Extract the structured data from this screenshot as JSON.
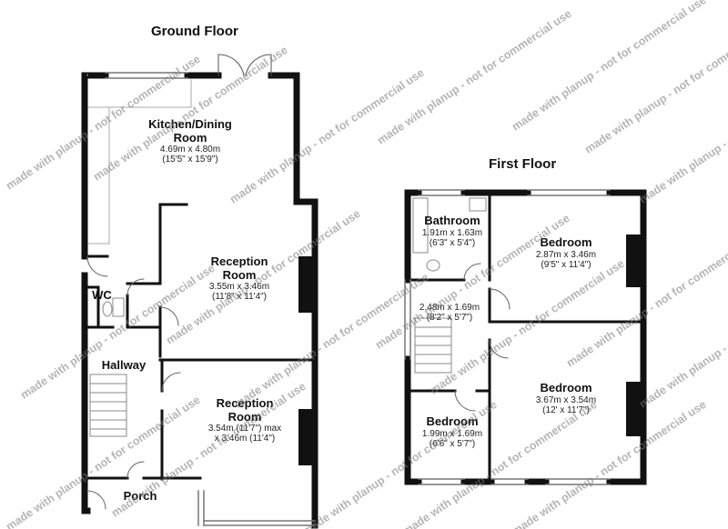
{
  "floors": {
    "ground": {
      "title": "Ground Floor",
      "rooms": {
        "kitchen": {
          "name": "Kitchen/Dining",
          "name2": "Room",
          "dims": "4.69m x 4.80m",
          "dims_imp": "(15'5\" x 15'9\")"
        },
        "reception1": {
          "name": "Reception",
          "name2": "Room",
          "dims": "3.55m x 3.46m",
          "dims_imp": "(11'8\" x 11'4\")"
        },
        "reception2": {
          "name": "Reception",
          "name2": "Room",
          "dims": "3.54m (11'7\") max",
          "dims_imp": "x 3.46m (11'4\")"
        },
        "wc": {
          "name": "WC"
        },
        "hallway": {
          "name": "Hallway"
        },
        "porch": {
          "name": "Porch"
        }
      }
    },
    "first": {
      "title": "First Floor",
      "rooms": {
        "bathroom": {
          "name": "Bathroom",
          "dims": "1.91m x 1.63m",
          "dims_imp": "(6'3\" x 5'4\")"
        },
        "bedroom1": {
          "name": "Bedroom",
          "dims": "2.87m x 3.46m",
          "dims_imp": "(9'5\" x 11'4\")"
        },
        "landing": {
          "dims": "2.48m x 1.69m",
          "dims_imp": "(8'2\" x 5'7\")"
        },
        "bedroom2": {
          "name": "Bedroom",
          "dims": "3.67m x 3.54m",
          "dims_imp": "(12' x 11'7\")"
        },
        "bedroom3": {
          "name": "Bedroom",
          "dims": "1.99m x 1.69m",
          "dims_imp": "(6'6\" x 5'7\")"
        }
      }
    }
  },
  "watermark": "made with planup - not for commercial use",
  "colors": {
    "wall": "#111111",
    "fixture": "#9a9a9a",
    "watermark": "#8c8c8c"
  }
}
